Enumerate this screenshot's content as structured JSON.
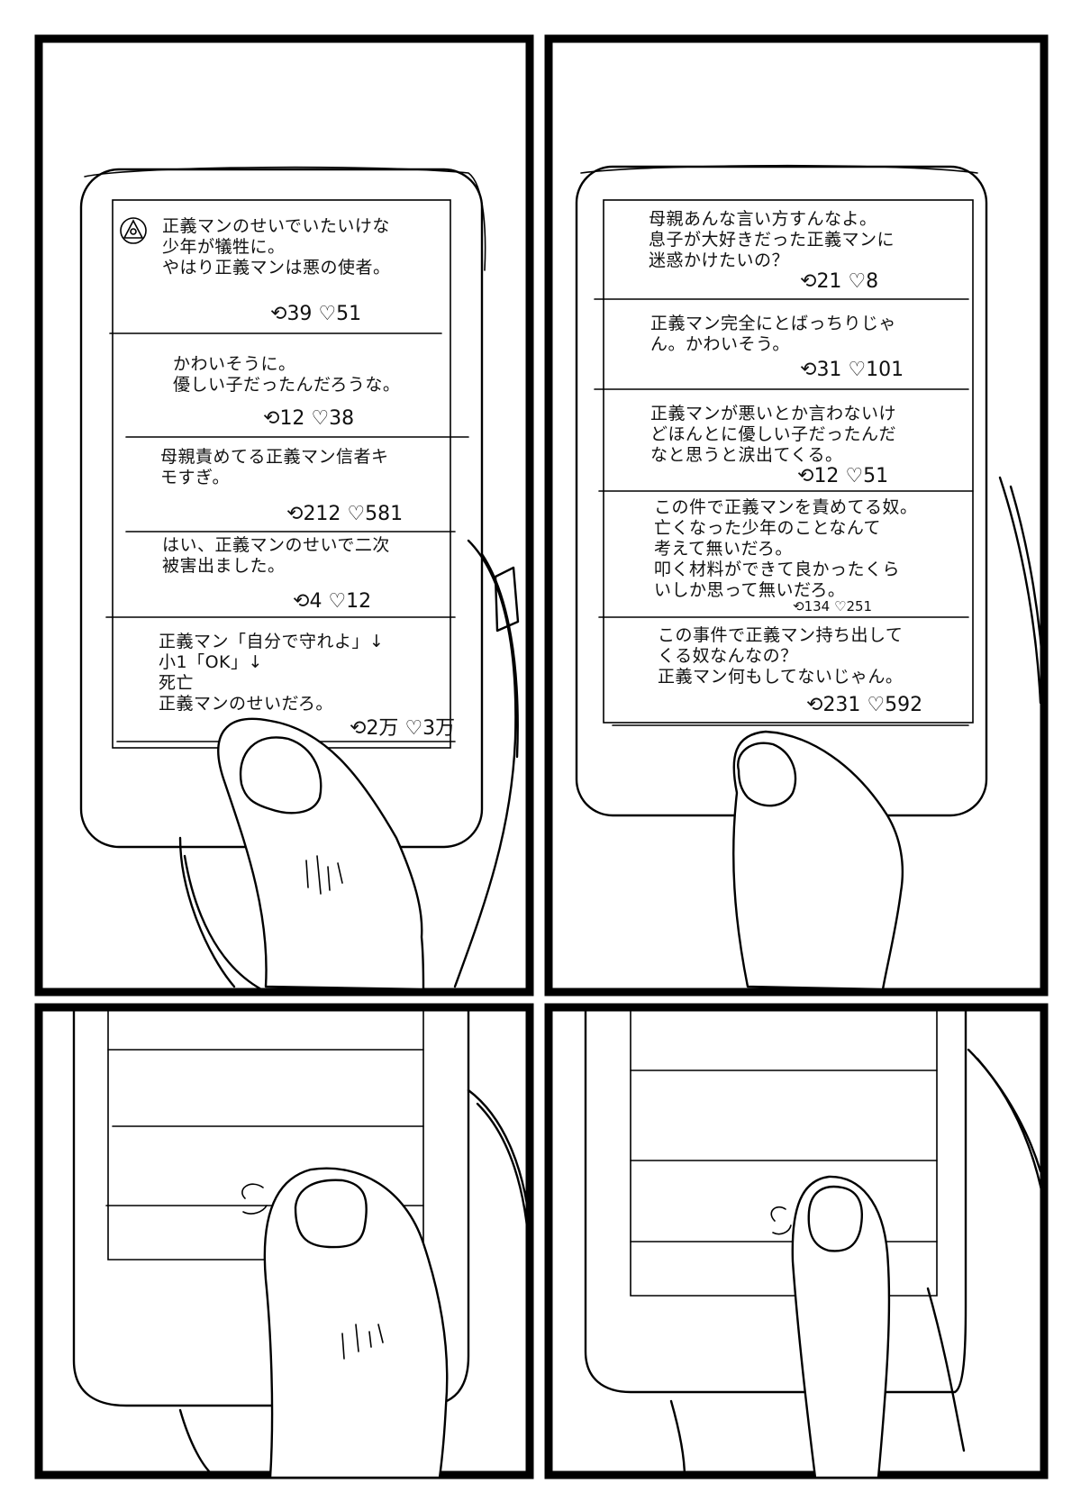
{
  "panel1": {
    "posts": [
      {
        "lines": [
          "正義マンのせいでいたいけな",
          "少年が犠牲に。",
          "やはり正義マンは悪の使者。"
        ],
        "retweets": "39",
        "likes": "51"
      },
      {
        "lines": [
          "かわいそうに。",
          "優しい子だったんだろうな。"
        ],
        "retweets": "12",
        "likes": "38"
      },
      {
        "lines": [
          "母親責めてる正義マン信者キ",
          "モすぎ。"
        ],
        "retweets": "212",
        "likes": "581"
      },
      {
        "lines": [
          "はい、正義マンのせいで二次",
          "被害出ました。"
        ],
        "retweets": "4",
        "likes": "12"
      },
      {
        "lines": [
          "正義マン「自分で守れよ」↓",
          "小1「OK」↓",
          "死亡",
          "正義マンのせいだろ。"
        ],
        "retweets": "2万",
        "likes": "3万"
      }
    ]
  },
  "panel2": {
    "posts": [
      {
        "lines": [
          "母親あんな言い方すんなよ。",
          "息子が大好きだった正義マンに",
          "迷惑かけたいの？"
        ],
        "retweets": "21",
        "likes": "8"
      },
      {
        "lines": [
          "正義マン完全にとばっちりじゃ",
          "ん。かわいそう。"
        ],
        "retweets": "31",
        "likes": "101"
      },
      {
        "lines": [
          "正義マンが悪いとか言わないけ",
          "どほんとに優しい子だったんだ",
          "なと思うと涙出てくる。"
        ],
        "retweets": "12",
        "likes": "51"
      },
      {
        "lines": [
          "この件で正義マンを責めてる奴。",
          "亡くなった少年のことなんて",
          "考えて無いだろ。",
          "叩く材料ができて良かったくら",
          "いしか思って無いだろ。"
        ],
        "retweets": "134",
        "likes": "251"
      },
      {
        "lines": [
          "この事件で正義マン持ち出して",
          "くる奴なんなの？",
          "正義マン何もしてないじゃん。"
        ],
        "retweets": "231",
        "likes": "592"
      }
    ]
  },
  "icons": {
    "retweet": "retweet-icon",
    "like": "heart-icon",
    "avatar": "eye-triangle-avatar-icon",
    "retweet_glyph": "⟲",
    "like_glyph": "♡"
  }
}
